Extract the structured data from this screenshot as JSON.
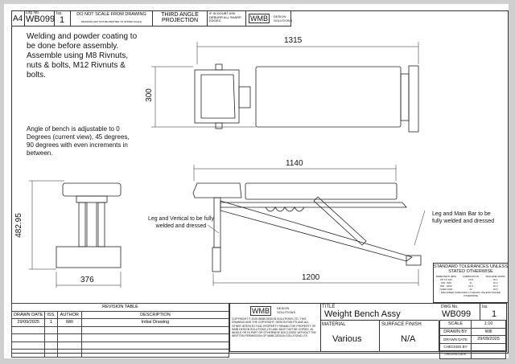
{
  "header": {
    "sheet": "A4",
    "drg_no_label": "Drg No.",
    "drg_no": "WB099",
    "iss_label": "Iss.",
    "iss": "1",
    "no_scale": "DO NOT SCALE FROM DRAWING",
    "no_scale_sub": "DRAWING MAY NOT BE PRINTED TO STATED SCALE",
    "projection": "THIRD ANGLE PROJECTION",
    "deburr": "IF IN DOUBT ASK DEBURR ALL SHARP EDGES",
    "logo": "WMB",
    "logo_sub": "DESIGN SOLUTIONS"
  },
  "notes": {
    "assembly": "Welding and powder coating to be done before assembly. Assemble using M8 Rivnuts, nuts & bolts, M12 Rivnuts & bolts.",
    "angle": "Angle of bench is adjustable to 0 Degrees (current view), 45 degrees, 90 degrees with even  increments in between.",
    "vertical_weld": "Leg and Vertical to be fully welded and dressed",
    "main_bar_weld": "Leg and Main Bar to be fully welded and dressed"
  },
  "dimensions": {
    "top_length": "1315",
    "top_width": "300",
    "side_pad": "1140",
    "side_base": "1200",
    "front_height": "482.95",
    "front_width": "376"
  },
  "tolerances": {
    "title": "STANDARD TOLERANCES UNLESS STATED OTHERWISE",
    "headers": [
      "DIMENSION (MM)",
      "FABRICATION",
      "MACHINE WORK"
    ],
    "rows": [
      [
        "UP TO 100",
        "±0.5",
        "±0.1"
      ],
      [
        "100 - 500",
        "±1",
        "±0.2"
      ],
      [
        "500 - 1000",
        "±1.5",
        "±0.3"
      ],
      [
        "OVER 1000",
        "±2",
        "±0.5"
      ]
    ],
    "footer": "MACHINED SURFACES 1.6 MICRO UNLESS STATED OTHERWISE"
  },
  "revision": {
    "title": "REVISION TABLE",
    "headers": [
      "DRAWN DATE",
      "ISS.",
      "AUTHOR",
      "DESCRIPTION"
    ],
    "rows": [
      [
        "29/09/2025",
        "1",
        "Will",
        "Initial Drawing"
      ]
    ]
  },
  "title_block": {
    "copyright": "COPYRIGHT © 2025 WMB DESIGN SOLUTIONS LTD. THIS DRAWING AND THE COPYRIGHT, DESIGN RIGHTS AND ALL OTHER INTERLECTUAL PROPERTY REMAIN THE PROPERTY OF WMB DESIGN SOLUTIONS LTD AND MUST NOT BE COPIED, IN WHOLE OR IN PART OR OTHERWISE DISCLOSED WITHOUT THE WRITTEN PERMISSION OF WMB DESIGN SOLUTIONS LTD",
    "title_label": "TITLE",
    "title": "Weight Bench Assy",
    "material_label": "MATERIAL",
    "material": "Various",
    "finish_label": "SURFACE FINISH",
    "finish": "N/A",
    "dwg_label": "DWG No.",
    "dwg": "WB099",
    "iss_label": "Iss.",
    "iss": "1",
    "scale_label": "SCALE",
    "scale": "1:10",
    "drawn_by_label": "DRAWN BY",
    "drawn_by": "Will",
    "drawn_date_label": "DRAWN DATE",
    "drawn_date": "29/09/2025",
    "checked_by_label": "CHECKED BY",
    "checked_date_label": "CHECKED DATE"
  }
}
